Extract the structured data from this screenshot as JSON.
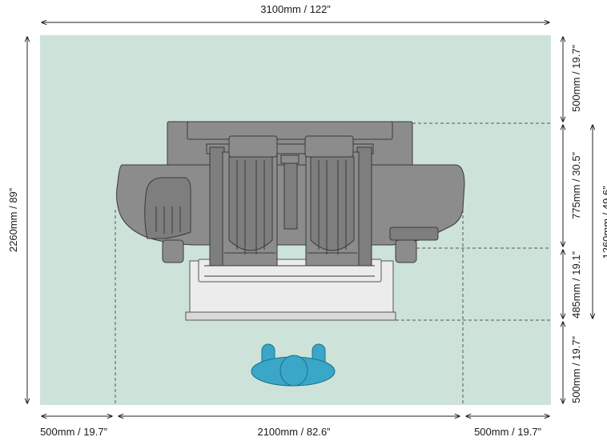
{
  "dimensions": {
    "total_width": "3100mm / 122”",
    "total_depth": "2260mm / 89”",
    "back_clearance": "500mm / 19.7”",
    "machine_depth": "775mm / 30.5”",
    "table_depth": "485mm / 19.1”",
    "front_clearance": "500mm / 19.7”",
    "combined_depth": "1260mm / 49.6”",
    "left_clearance": "500mm / 19.7”",
    "machine_width": "2100mm / 82.6”",
    "right_clearance": "500mm / 19.7”"
  },
  "colors": {
    "floor_area": "#cde3d9",
    "machine_body": "#8c8c8c",
    "operator": "#3aa7c9"
  },
  "icons": [
    "operator-icon",
    "machine-topview"
  ]
}
